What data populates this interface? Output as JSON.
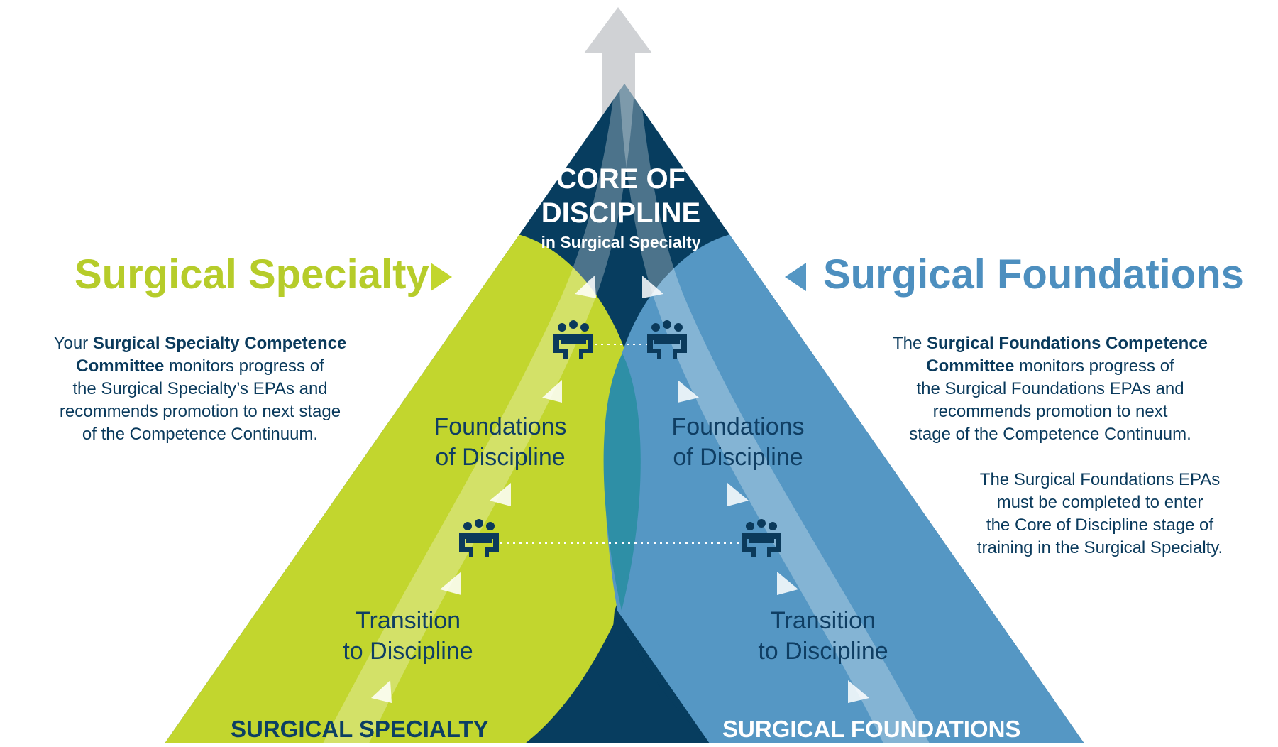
{
  "core": {
    "title_line1": "CORE OF",
    "title_line2": "DISCIPLINE",
    "subtitle": "in Surgical Specialty"
  },
  "left": {
    "heading": "Surgical Specialty",
    "desc_lines": [
      [
        "Your ",
        "Surgical Specialty Competence",
        ""
      ],
      [
        "",
        "Committee",
        " monitors progress of"
      ],
      [
        "the Surgical Specialty’s EPAs and",
        "",
        ""
      ],
      [
        "recommends promotion to next stage",
        "",
        ""
      ],
      [
        "of the Competence Continuum.",
        "",
        ""
      ]
    ],
    "stage_foundations": [
      "Foundations",
      "of Discipline"
    ],
    "stage_transition": [
      "Transition",
      "to Discipline"
    ],
    "base_label": "SURGICAL SPECIALTY"
  },
  "right": {
    "heading": "Surgical Foundations",
    "desc_lines": [
      [
        "The ",
        "Surgical Foundations Competence",
        ""
      ],
      [
        "",
        "Committee",
        " monitors progress of"
      ],
      [
        "the Surgical Foundations EPAs and",
        "",
        ""
      ],
      [
        "recommends promotion to next",
        "",
        ""
      ],
      [
        "stage of the Competence Continuum.",
        "",
        ""
      ]
    ],
    "note_lines": [
      "The Surgical Foundations EPAs",
      "must be completed to enter",
      "the Core of Discipline stage of",
      "training in the Surgical Specialty."
    ],
    "stage_foundations": [
      "Foundations",
      "of Discipline"
    ],
    "stage_transition": [
      "Transition",
      "to Discipline"
    ],
    "base_label": "SURGICAL FOUNDATIONS"
  },
  "colors": {
    "lime": "#c2d62e",
    "lime_text": "#b6cc2a",
    "blue": "#5597c4",
    "blue_text": "#4d8fbf",
    "navy": "#073d5f",
    "teal": "#2e8fa6",
    "arrow_grey": "#d0d2d5",
    "icon_navy": "#0b3a5b"
  }
}
